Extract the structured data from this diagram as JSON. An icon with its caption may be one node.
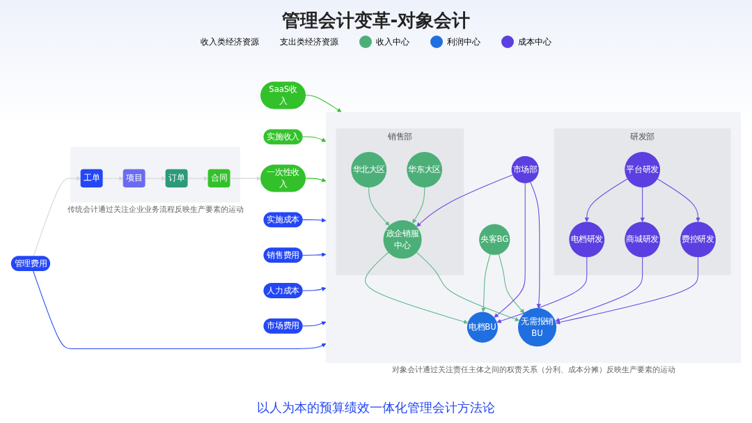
{
  "diagram": {
    "title": "管理会计变革-对象会计",
    "caption": "以人为本的预算绩效一体化管理会计方法论",
    "nodes": [
      {
        "text": [],
        "shape": "box",
        "beside": [
          "对象会计通过关注责任主体之间的权责关系（分利、成本分摊）反映生产要素的运动"
        ]
      },
      {
        "text": [
          "销售部"
        ],
        "in": 0
      },
      {
        "text": [
          "华北大区"
        ],
        "in": 1
      },
      {
        "text": [
          "华东大区"
        ],
        "in": 1
      },
      {
        "text": [
          "政企销服中心"
        ],
        "in": 1
      },
      {
        "text": [
          "市场部"
        ],
        "in": 0
      },
      {
        "text": [
          "无需报销BU"
        ],
        "in": 0
      },
      {
        "text": [
          "电档BU"
        ],
        "in": 0
      },
      {
        "text": [
          "央客BG"
        ],
        "in": 0
      },
      {
        "text": [
          "研发部"
        ],
        "in": 0
      },
      {
        "text": [
          "费控研发"
        ],
        "in": 9
      },
      {
        "text": [
          "商城研发"
        ],
        "in": 9
      },
      {
        "text": [
          "平台研发"
        ],
        "in": 9
      },
      {
        "text": [
          "电档研发"
        ],
        "in": 9
      },
      {
        "text": [
          "SaaS收入"
        ]
      },
      {
        "text": [
          "实施收入"
        ]
      },
      {
        "text": [
          "一次性收入"
        ]
      },
      {
        "text": [
          "实施成本"
        ]
      },
      {
        "text": [
          "销售费用"
        ]
      },
      {
        "text": [
          "人力成本"
        ]
      },
      {
        "text": [
          "市场费用"
        ]
      },
      {
        "text": [
          "管理费用"
        ]
      },
      {
        "text": [],
        "shape": "box",
        "beside": [
          "传统会计通过关注企业业务流程反映生产要素的运动"
        ]
      },
      {
        "text": [
          "合同"
        ],
        "in": 22
      },
      {
        "text": [
          "订单"
        ],
        "in": 22
      },
      {
        "text": [
          "项目"
        ],
        "in": 22
      },
      {
        "text": [
          "工单"
        ],
        "in": 22
      }
    ],
    "edges": [
      {
        "from": 2,
        "to": 4,
        "arrow": "to",
        "color": "#5cb88a"
      },
      {
        "from": 3,
        "to": 4,
        "arrow": "to",
        "color": "#5cb88a"
      },
      {
        "from": 4,
        "to": 6,
        "arrow": "to",
        "color": "#5cb88a"
      },
      {
        "from": 4,
        "to": 7,
        "arrow": "to",
        "color": "#5cb88a"
      },
      {
        "from": 8,
        "to": 6,
        "arrow": "to",
        "color": "#5cb88a"
      },
      {
        "from": 8,
        "to": 7,
        "arrow": "to",
        "color": "#5cb88a"
      },
      {
        "from": 5,
        "to": 4,
        "arrow": "to",
        "color": "#6a4ce6"
      },
      {
        "from": 5,
        "to": 6,
        "arrow": "to",
        "color": "#6a4ce6"
      },
      {
        "from": 5,
        "to": 7,
        "arrow": "to",
        "color": "#6a4ce6"
      },
      {
        "from": 10,
        "to": 6,
        "arrow": "to",
        "color": "#6a4ce6"
      },
      {
        "from": 11,
        "to": 6,
        "arrow": "to",
        "color": "#6a4ce6"
      },
      {
        "from": 13,
        "to": 7,
        "arrow": "to",
        "color": "#6a4ce6"
      },
      {
        "from": 12,
        "to": 10,
        "arrow": "to",
        "color": "#6a4ce6"
      },
      {
        "from": 12,
        "to": 11,
        "arrow": "to",
        "color": "#6a4ce6"
      },
      {
        "from": 12,
        "to": 13,
        "arrow": "to",
        "color": "#6a4ce6"
      },
      {
        "from": 14,
        "to": 0,
        "arrow": "to",
        "color": "#33c12b"
      },
      {
        "from": 15,
        "to": 0,
        "arrow": "to",
        "color": "#33c12b"
      },
      {
        "from": 16,
        "to": 0,
        "arrow": "to",
        "color": "#33c12b"
      },
      {
        "from": 17,
        "to": 0,
        "arrow": "to",
        "color": "#2447f5"
      },
      {
        "from": 18,
        "to": 0,
        "arrow": "to",
        "color": "#2447f5"
      },
      {
        "from": 19,
        "to": 0,
        "arrow": "to",
        "color": "#2447f5"
      },
      {
        "from": 20,
        "to": 0,
        "arrow": "to",
        "color": "#2447f5"
      },
      {
        "from": 21,
        "to": 0,
        "arrow": "to",
        "color": "#2447f5"
      },
      {
        "from": 26,
        "to": 25,
        "arrow": "to",
        "color": "#d4d6da"
      },
      {
        "from": 25,
        "to": 24,
        "arrow": "to",
        "color": "#d4d6da"
      },
      {
        "from": 24,
        "to": 23,
        "arrow": "to",
        "color": "#d4d6da"
      },
      {
        "from": 23,
        "to": 16,
        "arrow": "to",
        "color": "#d4d6da"
      },
      {
        "from": 21,
        "to": 26,
        "arrow": "to",
        "color": "#d4d6da"
      }
    ],
    "labels": [
      "收入类经济资源",
      "支出类经济资源"
    ],
    "legend": [
      {
        "text": "收入中心",
        "color": "#4caf78"
      },
      {
        "text": "利润中心",
        "color": "#1f6fe0"
      },
      {
        "text": "成本中心",
        "color": "#5b3fe0"
      }
    ]
  }
}
